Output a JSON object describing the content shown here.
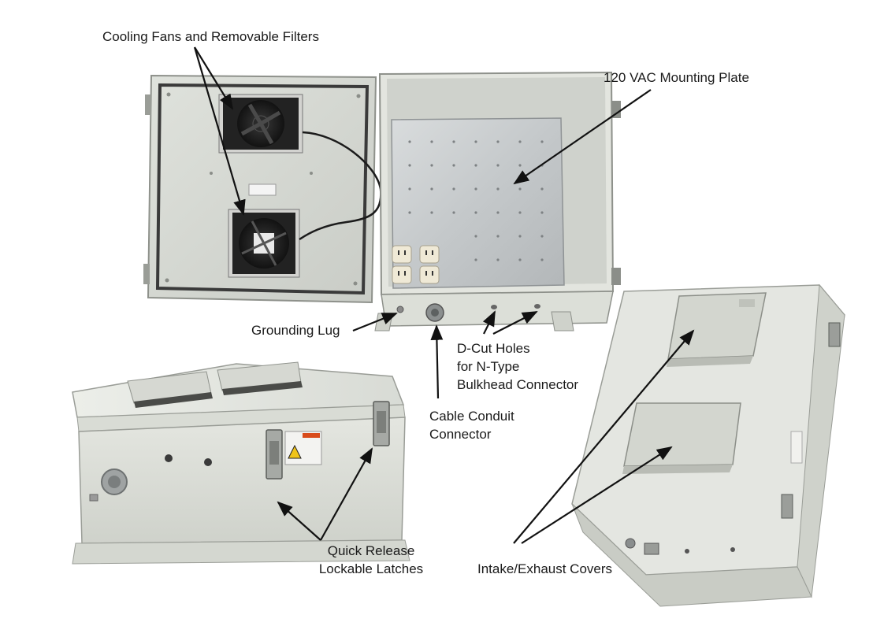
{
  "labels": {
    "cooling_fans": "Cooling Fans and Removable Filters",
    "mounting_plate": "120 VAC Mounting Plate",
    "grounding_lug": "Grounding Lug",
    "dcut_1": "D-Cut Holes",
    "dcut_2": "for N-Type",
    "dcut_3": "Bulkhead Connector",
    "cable_1": "Cable Conduit",
    "cable_2": "Connector",
    "latches_1": "Quick Release",
    "latches_2": "Lockable Latches",
    "covers": "Intake/Exhaust Covers"
  }
}
